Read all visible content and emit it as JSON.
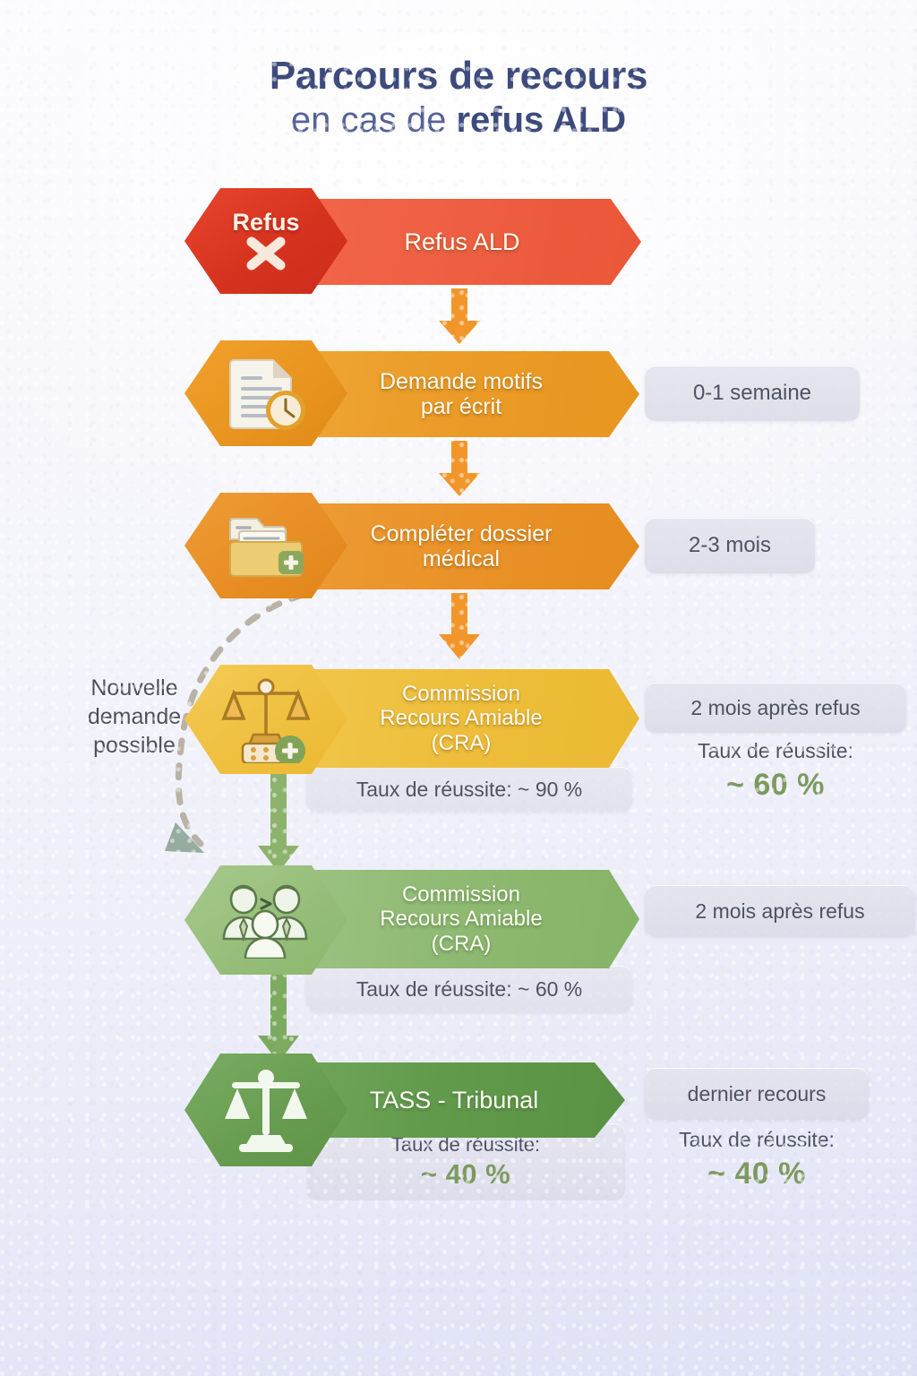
{
  "title": {
    "line1": "Parcours de recours",
    "line2_prefix": "en cas de ",
    "line2_strong": "refus ALD"
  },
  "colors": {
    "title": "#3c4a7c",
    "title_sub": "#566297",
    "red": "#e8452e",
    "orange": "#e8941f",
    "yellow": "#efbf3e",
    "green_light": "#95bd78",
    "green_dark": "#679c50",
    "rate_green": "#7d9a5e",
    "badge_text": "#4e5361"
  },
  "steps": [
    {
      "id": "refus-ald",
      "icon": "refus-cross-icon",
      "badge_label": "Refus",
      "label": "Refus ALD",
      "timing": "",
      "sub_rate": "",
      "right_rate_caption": "",
      "right_rate_value": ""
    },
    {
      "id": "demande-motifs",
      "icon": "document-clock-icon",
      "badge_label": "",
      "label": "Demande motifs\npar écrit",
      "timing": "0-1 semaine",
      "sub_rate": "",
      "right_rate_caption": "",
      "right_rate_value": ""
    },
    {
      "id": "completer-dossier",
      "icon": "folder-plus-icon",
      "badge_label": "",
      "label": "Compléter dossier\nmédical",
      "timing": "2-3 mois",
      "sub_rate": "",
      "right_rate_caption": "",
      "right_rate_value": ""
    },
    {
      "id": "cra-jaune",
      "icon": "scales-plus-icon",
      "badge_label": "",
      "label": "Commission\nRecours Amiable\n(CRA)",
      "timing": "2 mois après refus",
      "sub_rate": "Taux de réussite: ~ 90 %",
      "right_rate_caption": "Taux de réussite:",
      "right_rate_value": "~ 60 %"
    },
    {
      "id": "cra-verte",
      "icon": "people-group-icon",
      "badge_label": "",
      "label": "Commission\nRecours Amiable\n(CRA)",
      "timing": "2 mois après refus",
      "sub_rate": "Taux de réussite: ~ 60 %",
      "right_rate_caption": "",
      "right_rate_value": ""
    },
    {
      "id": "tass-tribunal",
      "icon": "scales-icon",
      "badge_label": "",
      "label": "TASS - Tribunal",
      "timing": "dernier recours",
      "sub_rate_caption": "Taux de réussite:",
      "sub_rate_value": "~ 40 %",
      "right_rate_caption": "Taux de réussite:",
      "right_rate_value": "~ 40 %"
    }
  ],
  "loop_annotation": {
    "line1": "Nouvelle",
    "line2": "demande",
    "line3": "possible",
    "arrow": "dashed-curved-arrow"
  },
  "connectors": [
    {
      "from": "refus-ald",
      "to": "demande-motifs",
      "style": "orange-arrow-down"
    },
    {
      "from": "demande-motifs",
      "to": "completer-dossier",
      "style": "orange-arrow-down"
    },
    {
      "from": "completer-dossier",
      "to": "cra-jaune",
      "style": "orange-arrow-down"
    },
    {
      "from": "cra-jaune",
      "to": "cra-verte",
      "style": "green-arrow-down"
    },
    {
      "from": "cra-verte",
      "to": "tass-tribunal",
      "style": "green-arrow-down"
    }
  ]
}
